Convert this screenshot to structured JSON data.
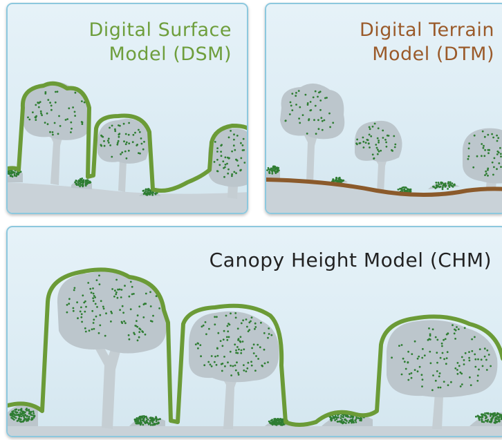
{
  "panels": {
    "dsm": {
      "title_line1": "Digital Surface",
      "title_line2": "Model (DSM)",
      "title_color": "#6e9e3c"
    },
    "dtm": {
      "title_line1": "Digital Terrain",
      "title_line2": "Model (DTM)",
      "title_color": "#9a5a2a"
    },
    "chm": {
      "title": "Canopy Height Model (CHM)",
      "title_color": "#222222"
    }
  },
  "colors": {
    "surface_line": "#6b9b37",
    "terrain_line": "#8b5a2b",
    "tree_crown": "#bcc6cc",
    "tree_trunk": "#c5ced3",
    "leaf_dots": "#2e7d32",
    "ground": "#c9d2d8"
  }
}
